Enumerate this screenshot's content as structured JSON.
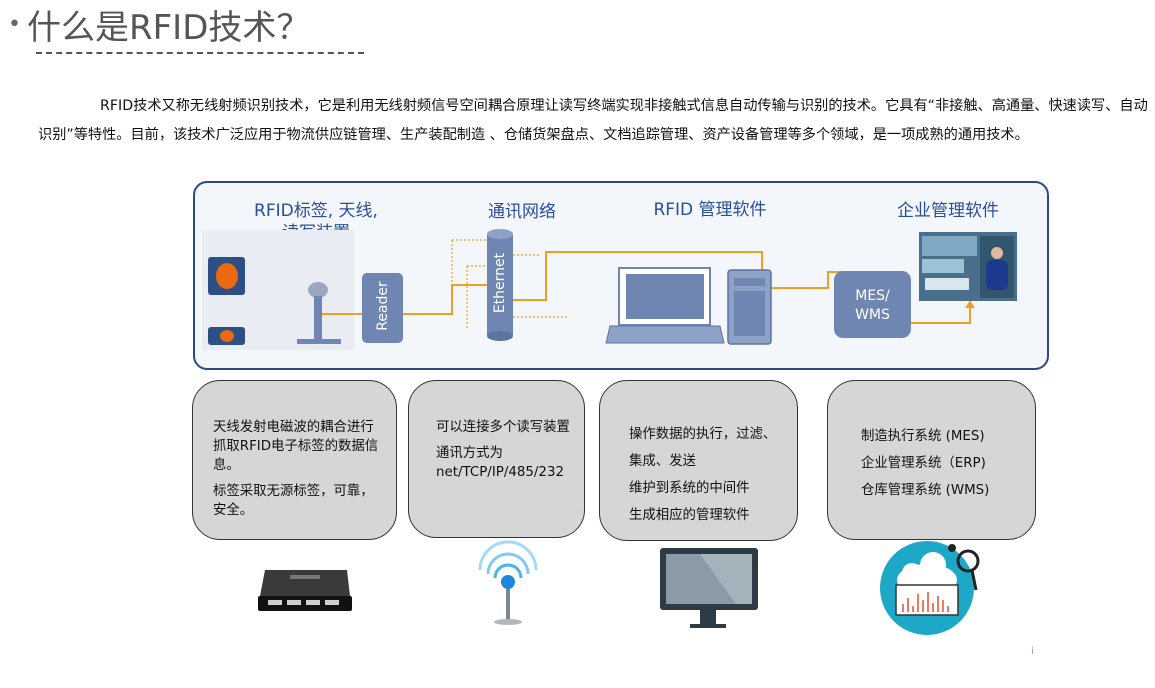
{
  "slide": {
    "title": "什么是RFID技术？",
    "bullet": "•",
    "intro": "RFID技术又称无线射频识别技术，它是利用无线射频信号空间耦合原理让读写终端实现非接触式信息自动传输与识别的技术。它具有“非接触、高通量、快速读写、自动识别”等特性。目前，该技术广泛应用于物流供应链管理、生产装配制造 、仓储货架盘点、文档追踪管理、资产设备管理等多个领域，是一项成熟的通用技术。",
    "page_mark": "i"
  },
  "diagram": {
    "headers": {
      "tags": "RFID标签, 天线,",
      "tags2": "读写装置",
      "network": "通讯网络",
      "software": "RFID 管理软件",
      "enterprise": "企业管理软件"
    },
    "reader_label": "Reader",
    "ethernet_label": "Ethernet",
    "mes_line1": "MES/",
    "mes_line2": "WMS"
  },
  "boxes": [
    {
      "lines": [
        "天线发射电磁波的耦合进行抓取RFID电子标签的数据信息。",
        "标签采取无源标签，可靠，安全。"
      ]
    },
    {
      "lines": [
        "可以连接多个读写装置",
        "通讯方式为net/TCP/IP/485/232"
      ]
    },
    {
      "lines": [
        "操作数据的执行，过滤、集成、发送",
        "维护到系统的中间件",
        "生成相应的管理软件"
      ]
    },
    {
      "lines": [
        "制造执行系统 (MES)",
        "企业管理系统（ERP)",
        "仓库管理系统 (WMS)"
      ]
    }
  ],
  "colors": {
    "panel_border": "#2e4a86",
    "device_blue": "#6f86b3",
    "orange_line": "#f0a020",
    "header_text": "#2b4e9a",
    "box_fill": "#d6d6d6"
  },
  "icons": [
    "rfid-reader-device-icon",
    "wireless-antenna-icon",
    "monitor-icon",
    "cloud-analytics-icon"
  ]
}
